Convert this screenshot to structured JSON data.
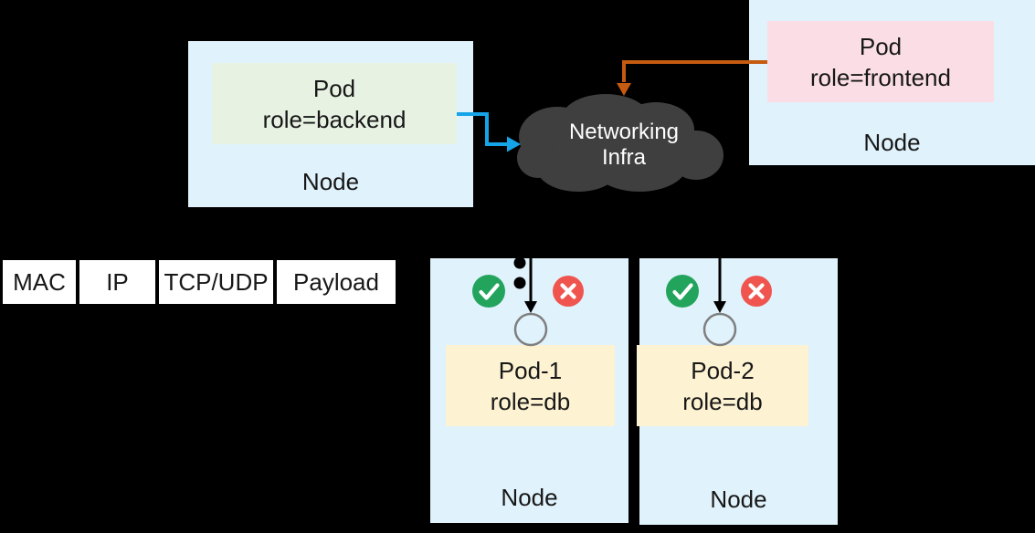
{
  "backend_node": {
    "pod": {
      "line1": "Pod",
      "line2": "role=backend"
    },
    "label": "Node"
  },
  "frontend_node": {
    "pod": {
      "line1": "Pod",
      "line2": "role=frontend"
    },
    "label": "Node"
  },
  "cloud": {
    "line1": "Networking",
    "line2": "Infra"
  },
  "packet_segments": [
    "MAC",
    "IP",
    "TCP/UDP",
    "Payload"
  ],
  "db_node_1": {
    "pod": {
      "line1": "Pod-1",
      "line2": "role=db"
    },
    "label": "Node"
  },
  "db_node_2": {
    "pod": {
      "line1": "Pod-2",
      "line2": "role=db"
    },
    "label": "Node"
  },
  "icons": {
    "allowed": "check-circle-icon",
    "denied": "cross-circle-icon",
    "queued_packets": "black-dots-icon",
    "pod_port": "open-circle-icon",
    "cloud": "cloud-shape-icon"
  },
  "colors": {
    "background": "#000000",
    "node_fill": "#E0F2FB",
    "pod_backend_fill": "#E7F2E3",
    "pod_frontend_fill": "#FBDEE5",
    "pod_db_fill": "#FDF2D2",
    "cloud_fill": "#3F3F3F",
    "cloud_text": "#FFFFFF",
    "packet_fill": "#FFFFFF",
    "arrow_blue": "#16A4E8",
    "arrow_orange": "#C55A11",
    "arrow_black": "#000000",
    "badge_green": "#22A45D",
    "badge_red": "#F0544F",
    "badge_glyph": "#FFFFFF",
    "port_stroke": "#7F7F7F",
    "label_text": "#171717"
  }
}
